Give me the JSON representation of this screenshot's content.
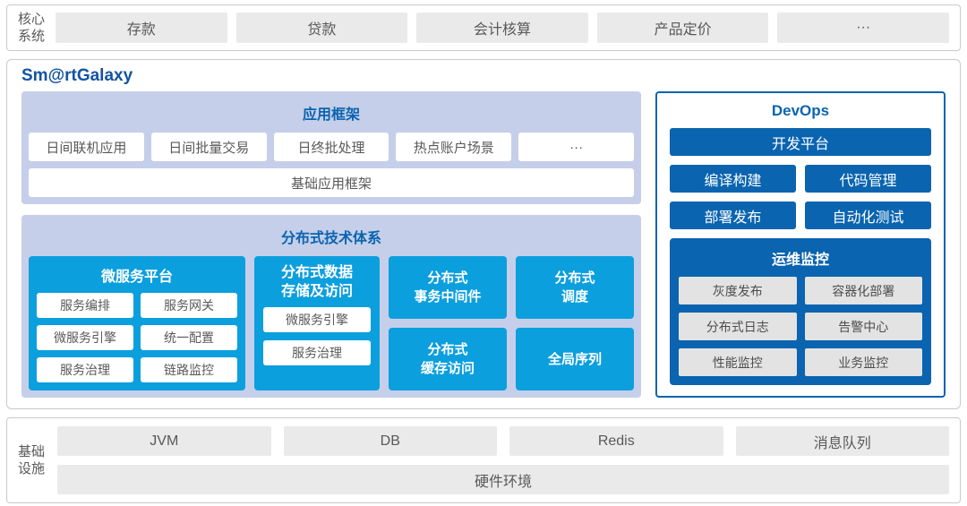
{
  "colors": {
    "cyan": "#0c9fde",
    "dark_blue": "#0a64af",
    "lavender": "#c5cfe9",
    "gray_box": "#eaeaea",
    "monitor_gray": "#e3e3e3",
    "title_blue": "#1353a2",
    "border_gray": "#c9c9c9"
  },
  "core_system": {
    "label_line1": "核心",
    "label_line2": "系统",
    "items": [
      "存款",
      "贷款",
      "会计核算",
      "产品定价",
      "···"
    ]
  },
  "platform": {
    "title": "Sm@rtGalaxy",
    "app_framework": {
      "title": "应用框架",
      "items": [
        "日间联机应用",
        "日间批量交易",
        "日终批处理",
        "热点账户场景",
        "···"
      ],
      "base": "基础应用框架"
    },
    "distributed": {
      "title": "分布式技术体系",
      "microservice": {
        "title": "微服务平台",
        "items": [
          "服务编排",
          "服务网关",
          "微服务引擎",
          "统一配置",
          "服务治理",
          "链路监控"
        ]
      },
      "storage": {
        "title": "分布式数据\n存储及访问",
        "items": [
          "微服务引擎",
          "服务治理"
        ]
      },
      "blocks": [
        "分布式\n事务中间件",
        "分布式\n调度",
        "分布式\n缓存访问",
        "全局序列"
      ]
    },
    "devops": {
      "title": "DevOps",
      "dev_platform": "开发平台",
      "tools": [
        "编译构建",
        "代码管理",
        "部署发布",
        "自动化测试"
      ],
      "monitoring": {
        "title": "运维监控",
        "items": [
          "灰度发布",
          "容器化部署",
          "分布式日志",
          "告警中心",
          "性能监控",
          "业务监控"
        ]
      }
    }
  },
  "infrastructure": {
    "label_line1": "基础",
    "label_line2": "设施",
    "items": [
      "JVM",
      "DB",
      "Redis",
      "消息队列"
    ],
    "hardware": "硬件环境"
  }
}
